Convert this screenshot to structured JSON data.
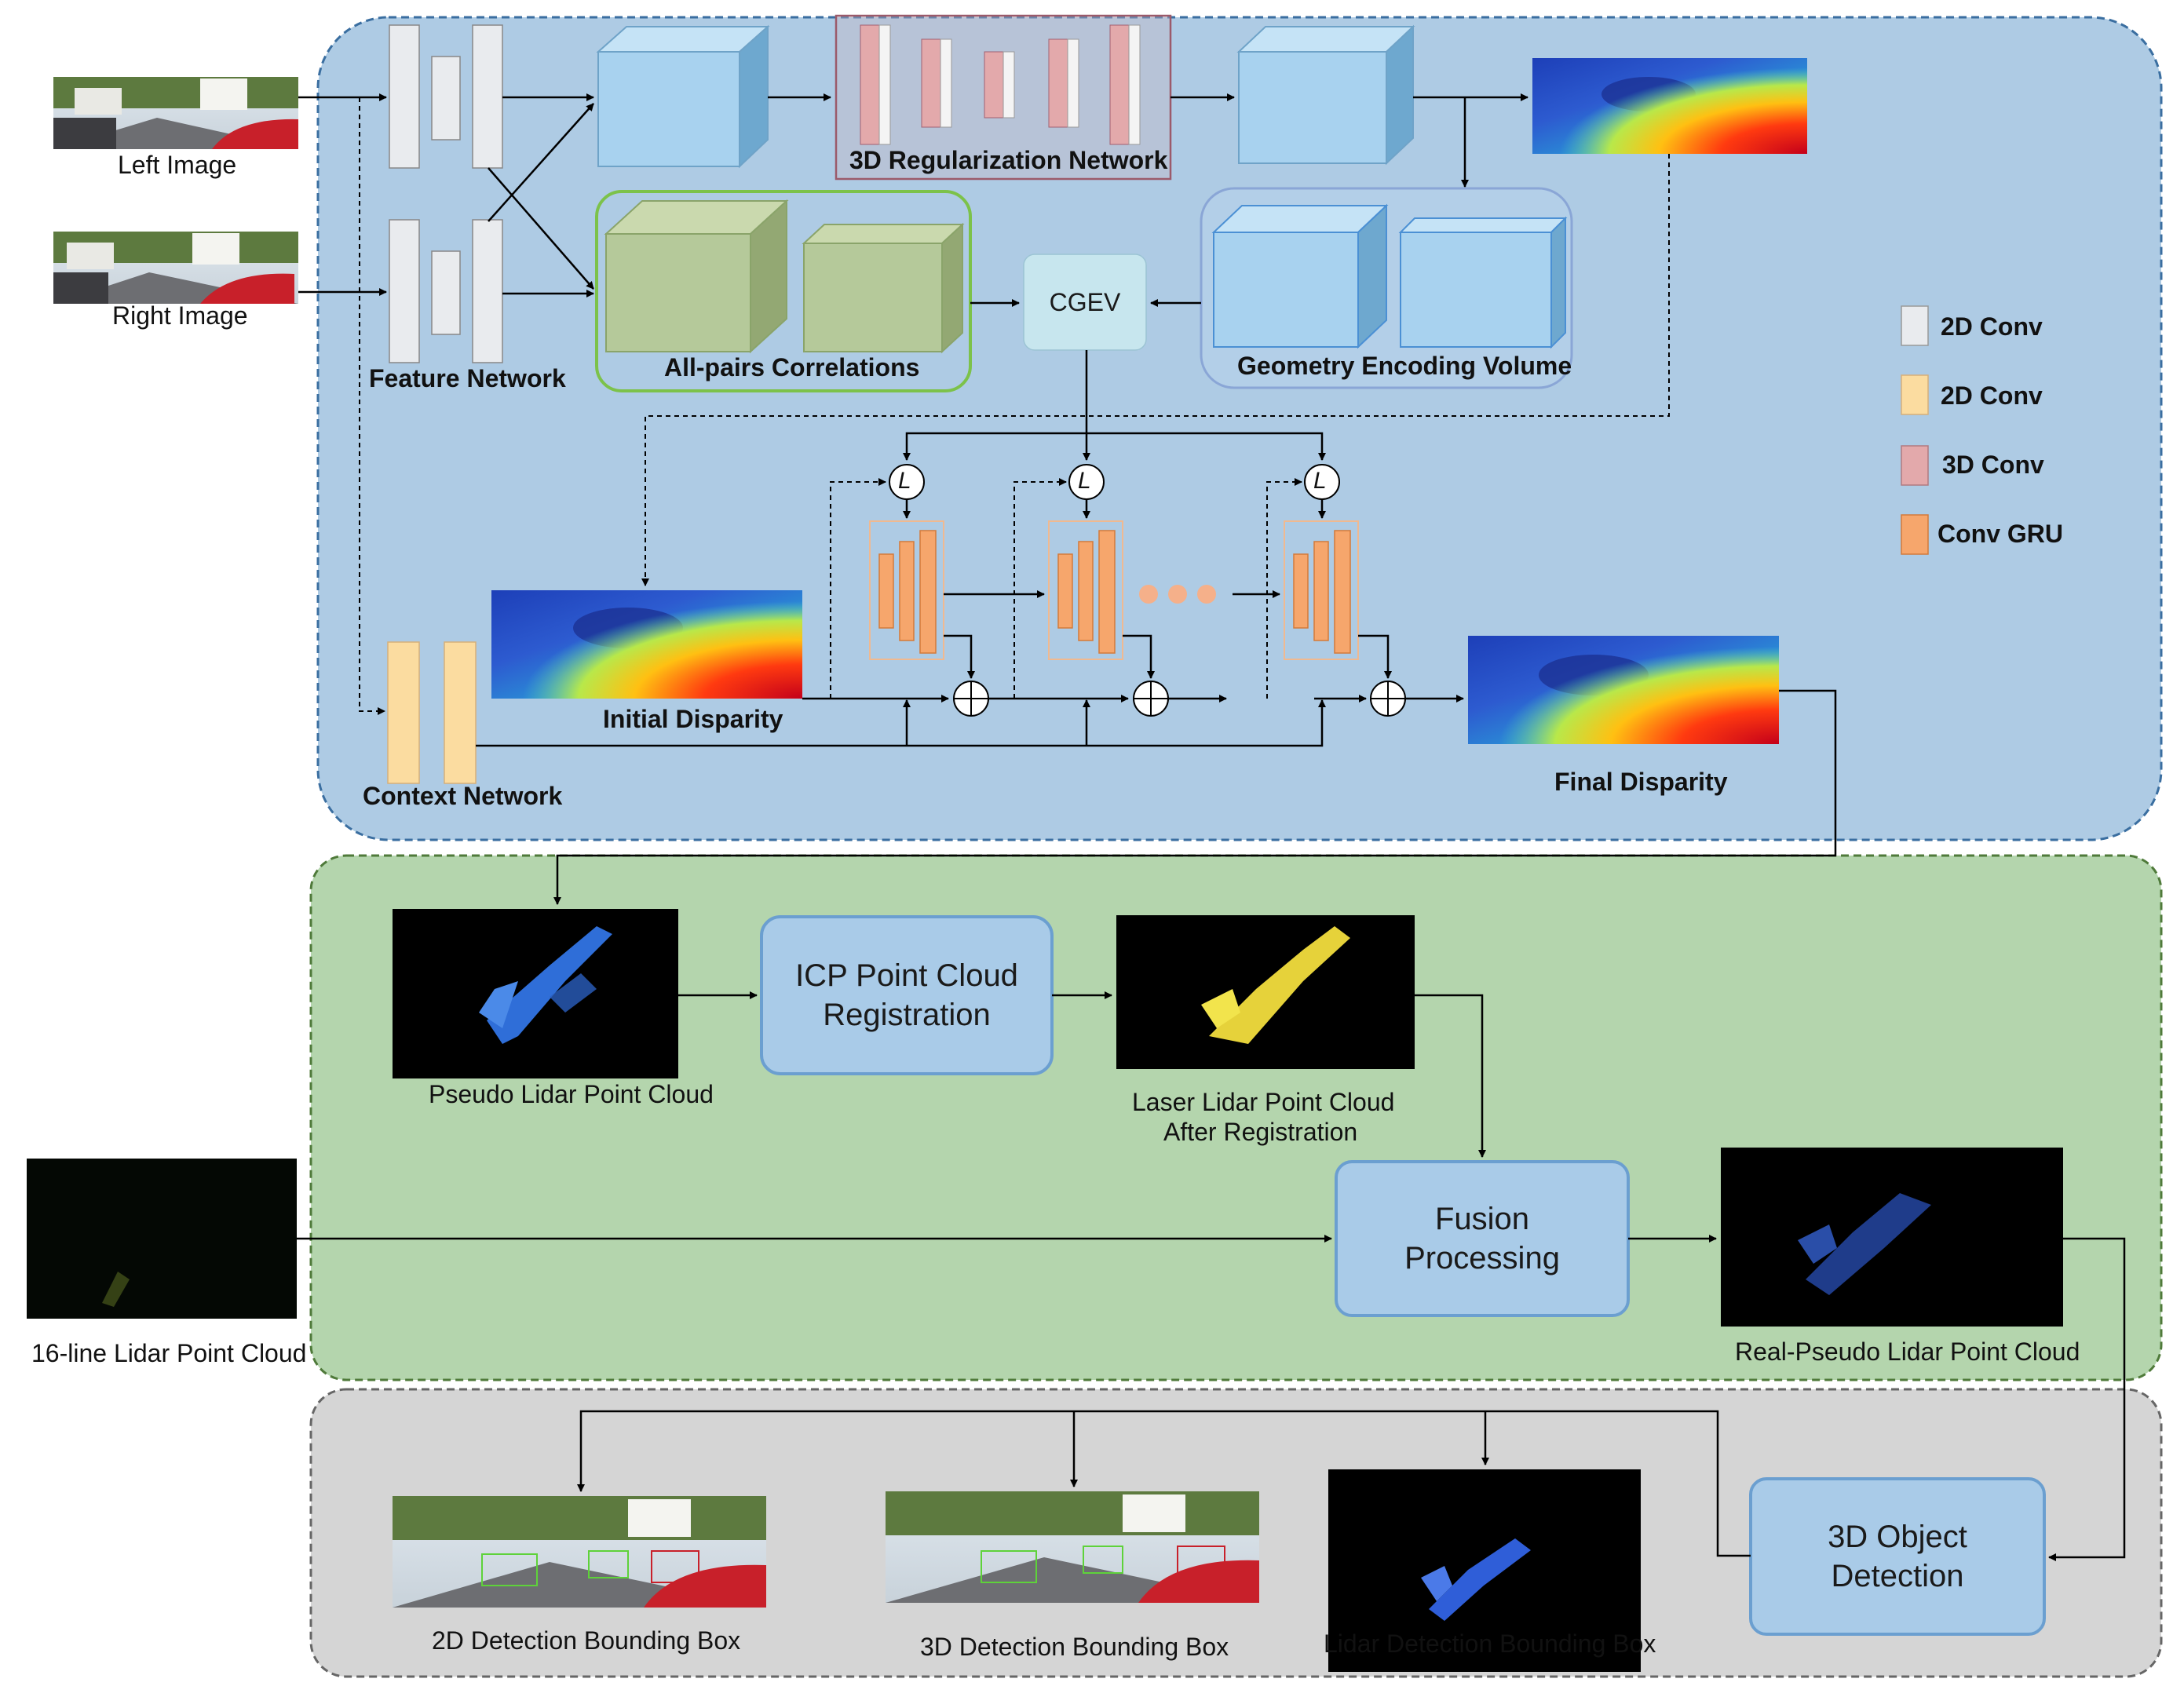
{
  "inputs": {
    "left_image_label": "Left Image",
    "right_image_label": "Right Image",
    "lidar16_label": "16-line Lidar Point Cloud"
  },
  "stereo": {
    "feature_network": "Feature Network",
    "regularization": "3D Regularization Network",
    "all_pairs": "All-pairs Correlations",
    "cgev": "CGEV",
    "geometry_volume": "Geometry Encoding Volume",
    "initial_disparity": "Initial Disparity",
    "context_network": "Context Network",
    "final_disparity": "Final Disparity",
    "lookup_symbol": "L"
  },
  "legend": [
    {
      "label": "2D Conv",
      "color": "#e9ebee"
    },
    {
      "label": "2D Conv",
      "color": "#fbdca0"
    },
    {
      "label": "3D Conv",
      "color": "#e3a9ab"
    },
    {
      "label": "Conv GRU",
      "color": "#f6a66c"
    }
  ],
  "fusion": {
    "pseudo_label": "Pseudo Lidar Point Cloud",
    "icp_line1": "ICP Point Cloud",
    "icp_line2": "Registration",
    "laser_line1": "Laser Lidar Point Cloud",
    "laser_line2": "After Registration",
    "fusion_line1": "Fusion",
    "fusion_line2": "Processing",
    "real_pseudo_label": "Real-Pseudo Lidar Point Cloud"
  },
  "detection": {
    "det2d_label": "2D Detection Bounding Box",
    "det3d_label": "3D Detection Bounding Box",
    "lidar_det_label": "Lidar Detection Bounding Box",
    "object_line1": "3D Object",
    "object_line2": "Detection"
  },
  "colors": {
    "stereo_panel": "#aecbe4",
    "fusion_panel": "#b4d5ad",
    "detection_panel": "#d5d5d5",
    "blue_box": "#a8d2ef",
    "green_box": "#b5c99a",
    "process_box": "#a9cbe8"
  }
}
